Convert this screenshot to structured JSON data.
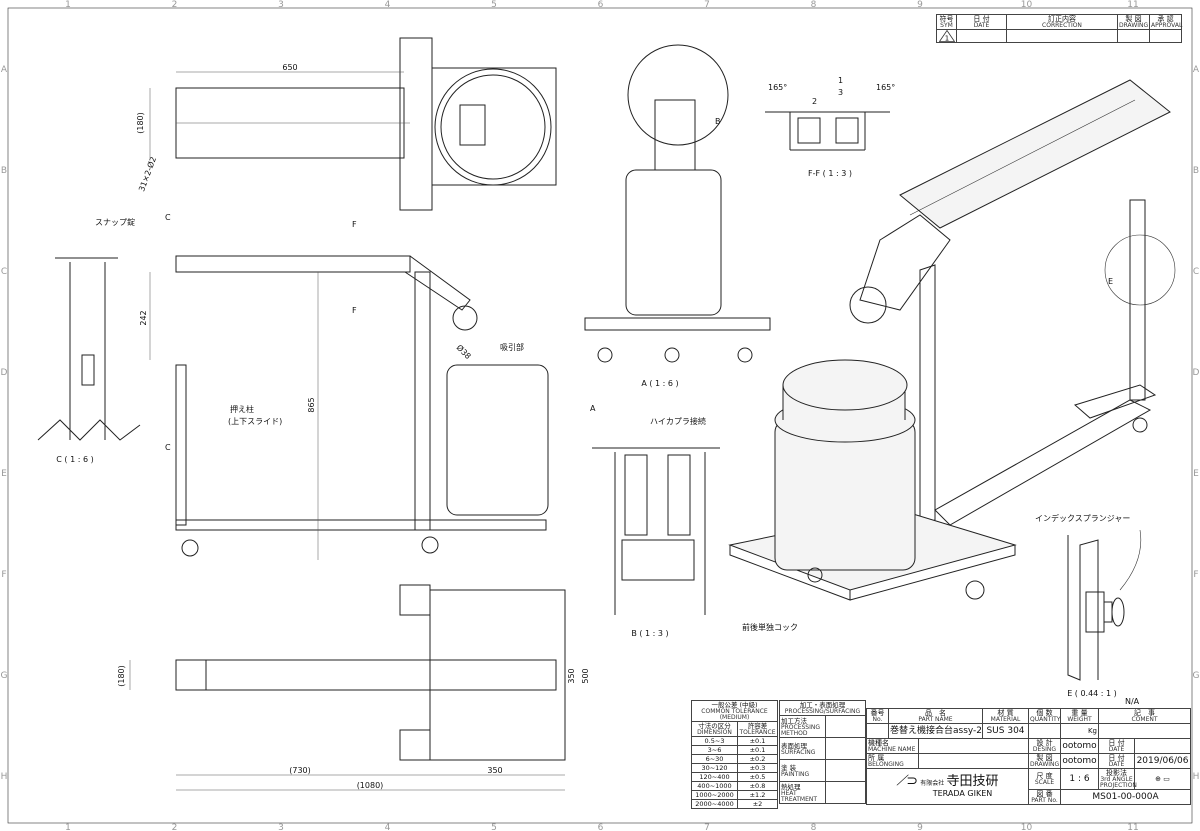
{
  "grid": {
    "columns": [
      "1",
      "2",
      "3",
      "4",
      "5",
      "6",
      "7",
      "8",
      "9",
      "10",
      "11"
    ],
    "rows": [
      "A",
      "B",
      "C",
      "D",
      "E",
      "F",
      "G",
      "H"
    ]
  },
  "revision_table": {
    "headers": [
      {
        "ja": "符号",
        "en": "SYM"
      },
      {
        "ja": "日 付",
        "en": "DATE"
      },
      {
        "ja": "訂正内容",
        "en": "CORRECTION"
      },
      {
        "ja": "製 図",
        "en": "DRAWING"
      },
      {
        "ja": "承 認",
        "en": "APPROVAL"
      }
    ],
    "symbol": "1"
  },
  "top_view": {
    "dim_length": "650",
    "dim_width": "(180)",
    "holes": "31×2-Ø2"
  },
  "front_view": {
    "snap_lock": "スナップ錠",
    "section_c": "C",
    "section_f": "F",
    "dim_242": "242",
    "dim_865": "865",
    "suction": "吸引部",
    "dia": "Ø38",
    "post": "押え柱",
    "post_sub": "(上下スライド)",
    "arrow_a": "A"
  },
  "view_c": {
    "title": "C ( 1 : 6 )"
  },
  "view_a": {
    "title": "A ( 1 : 6 )",
    "arrow_b": "B"
  },
  "view_b": {
    "title": "B ( 1 : 3 )",
    "coupler": "ハイカプラ接続",
    "cock": "前後単独コック"
  },
  "view_ff": {
    "title": "F-F ( 1 : 3 )",
    "angle_left": "165°",
    "angle_right": "165°",
    "d1": "1",
    "d2": "2",
    "d3": "3"
  },
  "view_e": {
    "title": "E ( 0.44 : 1 )",
    "plunger": "インデックスプランジャー",
    "arrow_e": "E"
  },
  "plan_view": {
    "dim_180": "(180)",
    "dim_350v": "350",
    "dim_500": "500",
    "dim_730": "(730)",
    "dim_350h": "350",
    "dim_1080": "(1080)"
  },
  "na": "N/A",
  "tolerance": {
    "title": "一般公差 (中級)",
    "title_en": "COMMON TOLERANCE (MEDIUM)",
    "col1": "寸法の区分",
    "col1_en": "DIMENSION",
    "col2": "許容差",
    "col2_en": "TOLERANCE",
    "rows": [
      [
        "0.5~3",
        "±0.1"
      ],
      [
        "3~6",
        "±0.1"
      ],
      [
        "6~30",
        "±0.2"
      ],
      [
        "30~120",
        "±0.3"
      ],
      [
        "120~400",
        "±0.5"
      ],
      [
        "400~1000",
        "±0.8"
      ],
      [
        "1000~2000",
        "±1.2"
      ],
      [
        "2000~4000",
        "±2"
      ]
    ]
  },
  "processing": {
    "title": "加工・表面処理",
    "title_en": "PROCESSING/SURFACING",
    "items": [
      {
        "ja": "加工方法",
        "en": "PROCESSING METHOD"
      },
      {
        "ja": "表面処理",
        "en": "SURFACING"
      },
      {
        "ja": "塗 装",
        "en": "PAINTING"
      },
      {
        "ja": "熱処理",
        "en": "HEAT TREATMENT"
      }
    ]
  },
  "title_block": {
    "no": "番号",
    "no_en": "No.",
    "part_name": "品　名",
    "part_name_en": "PART NAME",
    "material": "材 質",
    "material_en": "MATERIAL",
    "quantity": "個 数",
    "quantity_en": "QUANTITY",
    "weight": "重 量",
    "weight_en": "WEIGHT",
    "comment": "記　事",
    "comment_en": "COMENT",
    "part_value": "巻替え機接合台assy-2",
    "material_value": "SUS 304",
    "weight_unit": "Kg",
    "machine": "機種名",
    "machine_en": "MACHINE NAME",
    "belonging": "所 属",
    "belonging_en": "BELONGING",
    "design": "設 計",
    "design_en": "DESING",
    "design_value": "ootomo",
    "drawing": "製 図",
    "drawing_en": "DRAWING",
    "drawing_value": "ootomo",
    "date": "日 付",
    "date_en": "DATE",
    "date_value": "2019/06/06",
    "scale": "尺 度",
    "scale_en": "SCALE",
    "scale_value": "1 : 6",
    "projection": "投影法",
    "projection_en": "3rd ANGLE PROJECTION",
    "part_no": "図 番",
    "part_no_en": "PART No.",
    "part_no_value": "MS01-00-000A",
    "company_type": "有限会社",
    "company_ja": "寺田技研",
    "company_en": "TERADA GIKEN"
  }
}
